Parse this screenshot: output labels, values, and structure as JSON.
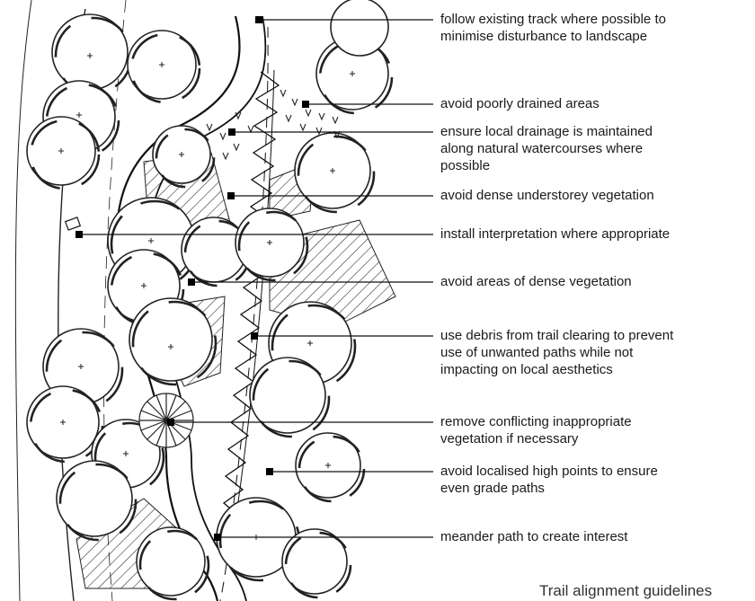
{
  "diagram": {
    "callouts": [
      {
        "id": "existing-track",
        "text": "follow existing track where possible to\nminimise disturbance to landscape"
      },
      {
        "id": "poorly-drained",
        "text": "avoid poorly drained areas"
      },
      {
        "id": "local-drainage",
        "text": "ensure local drainage is maintained\nalong natural watercourses where\npossible"
      },
      {
        "id": "dense-understorey",
        "text": "avoid dense understorey vegetation"
      },
      {
        "id": "interpretation",
        "text": "install interpretation where appropriate"
      },
      {
        "id": "dense-vegetation",
        "text": "avoid areas of dense vegetation"
      },
      {
        "id": "trail-debris",
        "text": "use debris from trail clearing to prevent\nuse of unwanted paths while not\nimpacting on local aesthetics"
      },
      {
        "id": "remove-vegetation",
        "text": "remove conflicting inappropriate\nvegetation if necessary"
      },
      {
        "id": "high-points",
        "text": "avoid localised high points to ensure\neven grade paths"
      },
      {
        "id": "meander-path",
        "text": "meander path to create interest"
      }
    ],
    "caption": "Trail alignment guidelines"
  },
  "colors": {
    "ink": "#1a1a1a",
    "leader": "#111111",
    "caption": "#333333"
  }
}
